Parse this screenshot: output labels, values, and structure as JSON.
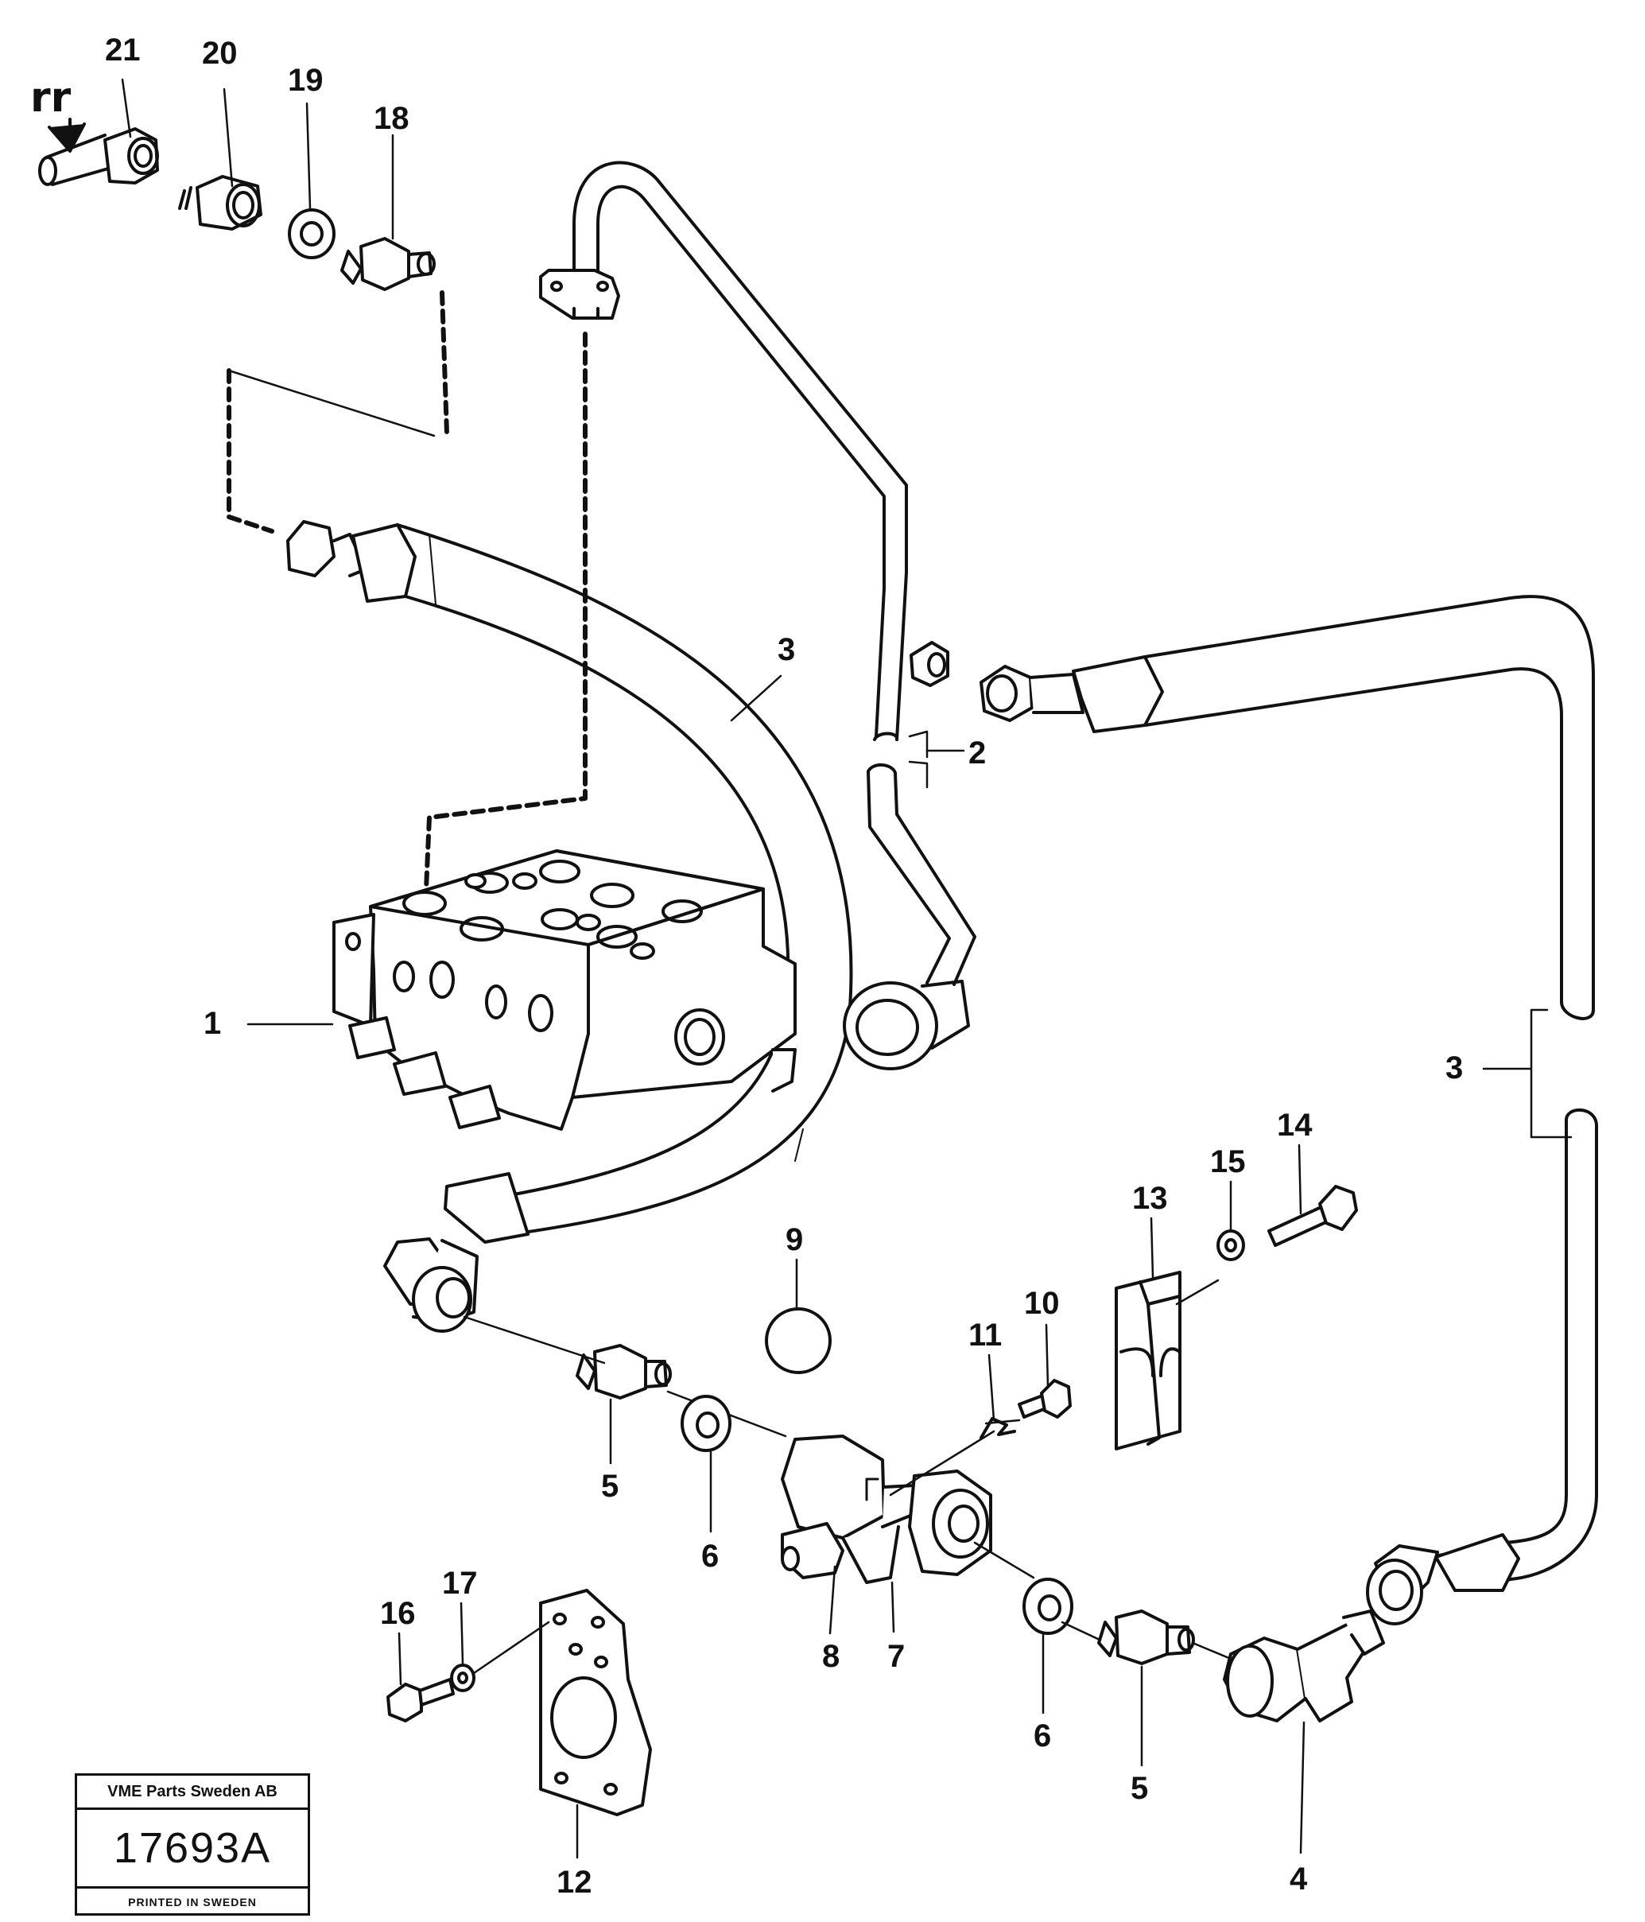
{
  "corner_mark": "rr",
  "part_labels": {
    "p1": "1",
    "p2": "2",
    "p3a": "3",
    "p3b": "3",
    "p4": "4",
    "p5a": "5",
    "p5b": "5",
    "p6a": "6",
    "p6b": "6",
    "p7": "7",
    "p8": "8",
    "p9": "9",
    "p10": "10",
    "p11": "11",
    "p12": "12",
    "p13": "13",
    "p14": "14",
    "p15": "15",
    "p16": "16",
    "p17": "17",
    "p18": "18",
    "p19": "19",
    "p20": "20",
    "p21": "21"
  },
  "stamp": {
    "company": "VME Parts Sweden AB",
    "number": "17693A",
    "printed": "PRINTED IN SWEDEN"
  }
}
